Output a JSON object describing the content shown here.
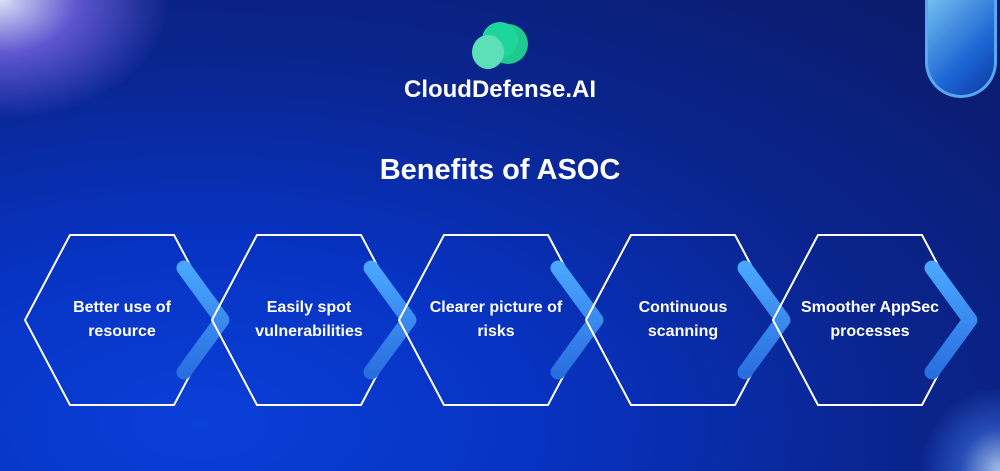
{
  "brand": {
    "name": "CloudDefense.AI",
    "logo_icon": "cloud-icon",
    "logo_colors": [
      "#1fd69a",
      "#5de0b8"
    ]
  },
  "title": "Benefits of ASOC",
  "steps": [
    {
      "label": "Better use of resource"
    },
    {
      "label": "Easily spot vulnerabilities"
    },
    {
      "label": "Clearer picture of risks"
    },
    {
      "label": "Continuous scanning"
    },
    {
      "label": "Smoother AppSec processes"
    }
  ],
  "colors": {
    "hex_outline": "#ffffff",
    "chevron": "#3a8df0",
    "background": "#0a2da8"
  }
}
